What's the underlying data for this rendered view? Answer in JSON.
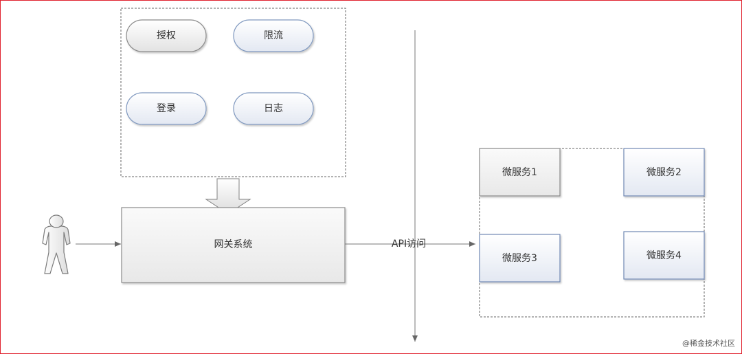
{
  "feature_group": {
    "items": [
      {
        "label": "授权"
      },
      {
        "label": "限流"
      },
      {
        "label": "登录"
      },
      {
        "label": "日志"
      }
    ]
  },
  "gateway": {
    "label": "网关系统"
  },
  "edge": {
    "api_label": "API访问"
  },
  "services": [
    {
      "label": "微服务1"
    },
    {
      "label": "微服务2"
    },
    {
      "label": "微服务3"
    },
    {
      "label": "微服务4"
    }
  ],
  "actor": {
    "icon": "person-icon"
  },
  "watermark": {
    "text": "@稀金技术社区"
  },
  "colors": {
    "frame": "#e0212d",
    "blue_border": "#7f98bf",
    "gray_border": "#8a8a8a"
  }
}
